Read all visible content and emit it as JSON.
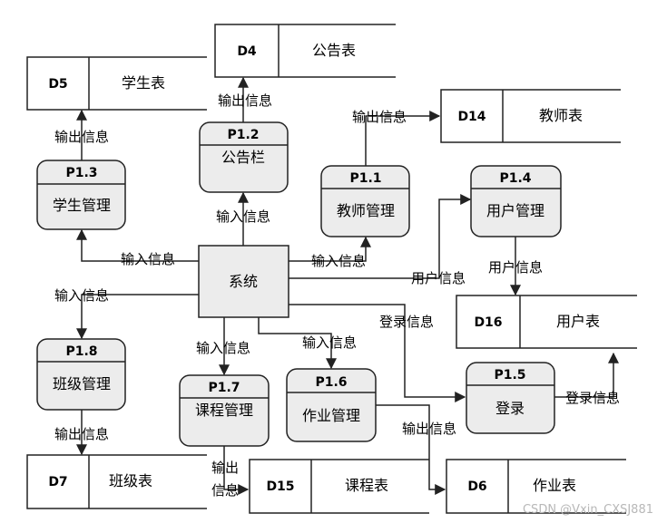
{
  "processes": {
    "p11": {
      "id": "P1.1",
      "name": "教师管理"
    },
    "p12": {
      "id": "P1.2",
      "name": "公告栏"
    },
    "p13": {
      "id": "P1.3",
      "name": "学生管理"
    },
    "p14": {
      "id": "P1.4",
      "name": "用户管理"
    },
    "p15": {
      "id": "P1.5",
      "name": "登录"
    },
    "p16": {
      "id": "P1.6",
      "name": "作业管理"
    },
    "p17": {
      "id": "P1.7",
      "name": "课程管理"
    },
    "p18": {
      "id": "P1.8",
      "name": "班级管理"
    }
  },
  "system": {
    "name": "系统"
  },
  "datastores": {
    "d4": {
      "id": "D4",
      "name": "公告表"
    },
    "d5": {
      "id": "D5",
      "name": "学生表"
    },
    "d14": {
      "id": "D14",
      "name": "教师表"
    },
    "d16": {
      "id": "D16",
      "name": "用户表"
    },
    "d7": {
      "id": "D7",
      "name": "班级表"
    },
    "d15": {
      "id": "D15",
      "name": "课程表"
    },
    "d6": {
      "id": "D6",
      "name": "作业表"
    }
  },
  "flows": {
    "out_p12_d4": "输出信息",
    "out_p13_d5": "输出信息",
    "out_p11_d14": "输出信息",
    "in_sys_p12": "输入信息",
    "in_sys_p13": "输入信息",
    "in_sys_p11": "输入信息",
    "user_sys_p14": "用户信息",
    "user_p14_d16": "用户信息",
    "in_sys_p18": "输入信息",
    "login_sys_p15": "登录信息",
    "in_sys_p17": "输入信息",
    "in_sys_p16": "输入信息",
    "login_p15_d16": "登录信息",
    "out_p18_d7": "输出信息",
    "out_p17_d15_line1": "输出",
    "out_p17_d15_line2": "信息",
    "out_p16_d6": "输出信息"
  },
  "watermark": "CSDN @Vxin_CXSJ881"
}
